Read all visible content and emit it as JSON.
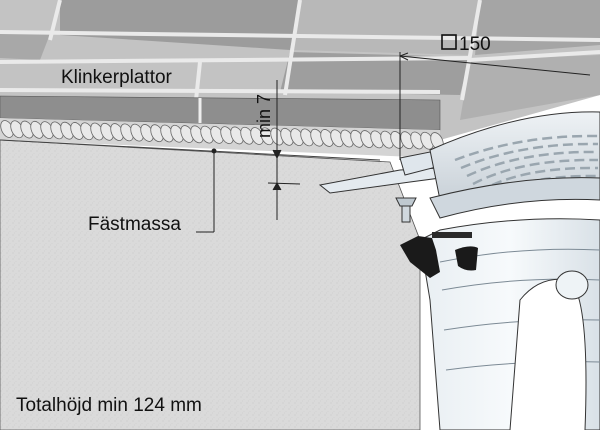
{
  "labels": {
    "tiles": "Klinkerplattor",
    "min_thickness": "min 7",
    "adhesive": "Fästmassa",
    "dimension": "150",
    "total_height": "Totalhöjd min 124 mm"
  },
  "icons": {
    "dimension_symbol": "square-dimension-icon"
  },
  "colors": {
    "tile_top": "#c3c3c3",
    "tile_dark": "#9a9a9a",
    "tile_edge": "#8b8b8b",
    "concrete": "#dcdcdc",
    "line": "#222222"
  }
}
